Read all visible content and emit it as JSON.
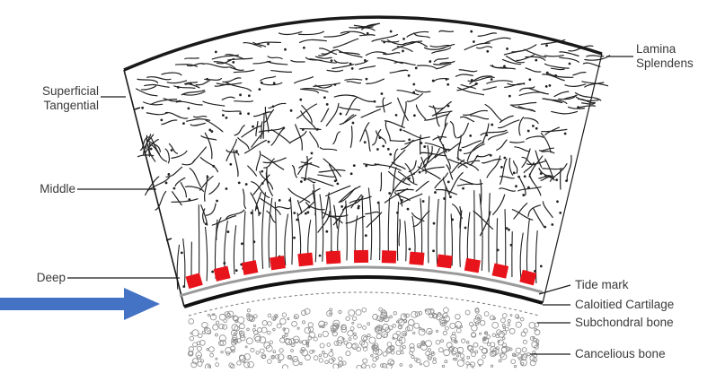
{
  "labels": {
    "superficial_line1": "Superficial",
    "superficial_line2": "Tangential",
    "middle": "Middle",
    "deep": "Deep",
    "lamina_line1": "Lamina",
    "lamina_line2": "Splendens",
    "tide_mark": "Tide mark",
    "calcified": "Caloitied Cartilage",
    "subchondral": "Subchondral bone",
    "cancellous": "Cancelious bone"
  },
  "colors": {
    "ink": "#222222",
    "tide_mark_dashes": "#e8141b",
    "arrow": "#4472c4",
    "label_text": "#3a3a3a"
  },
  "icons": {
    "arrow": "right-arrow-icon"
  }
}
